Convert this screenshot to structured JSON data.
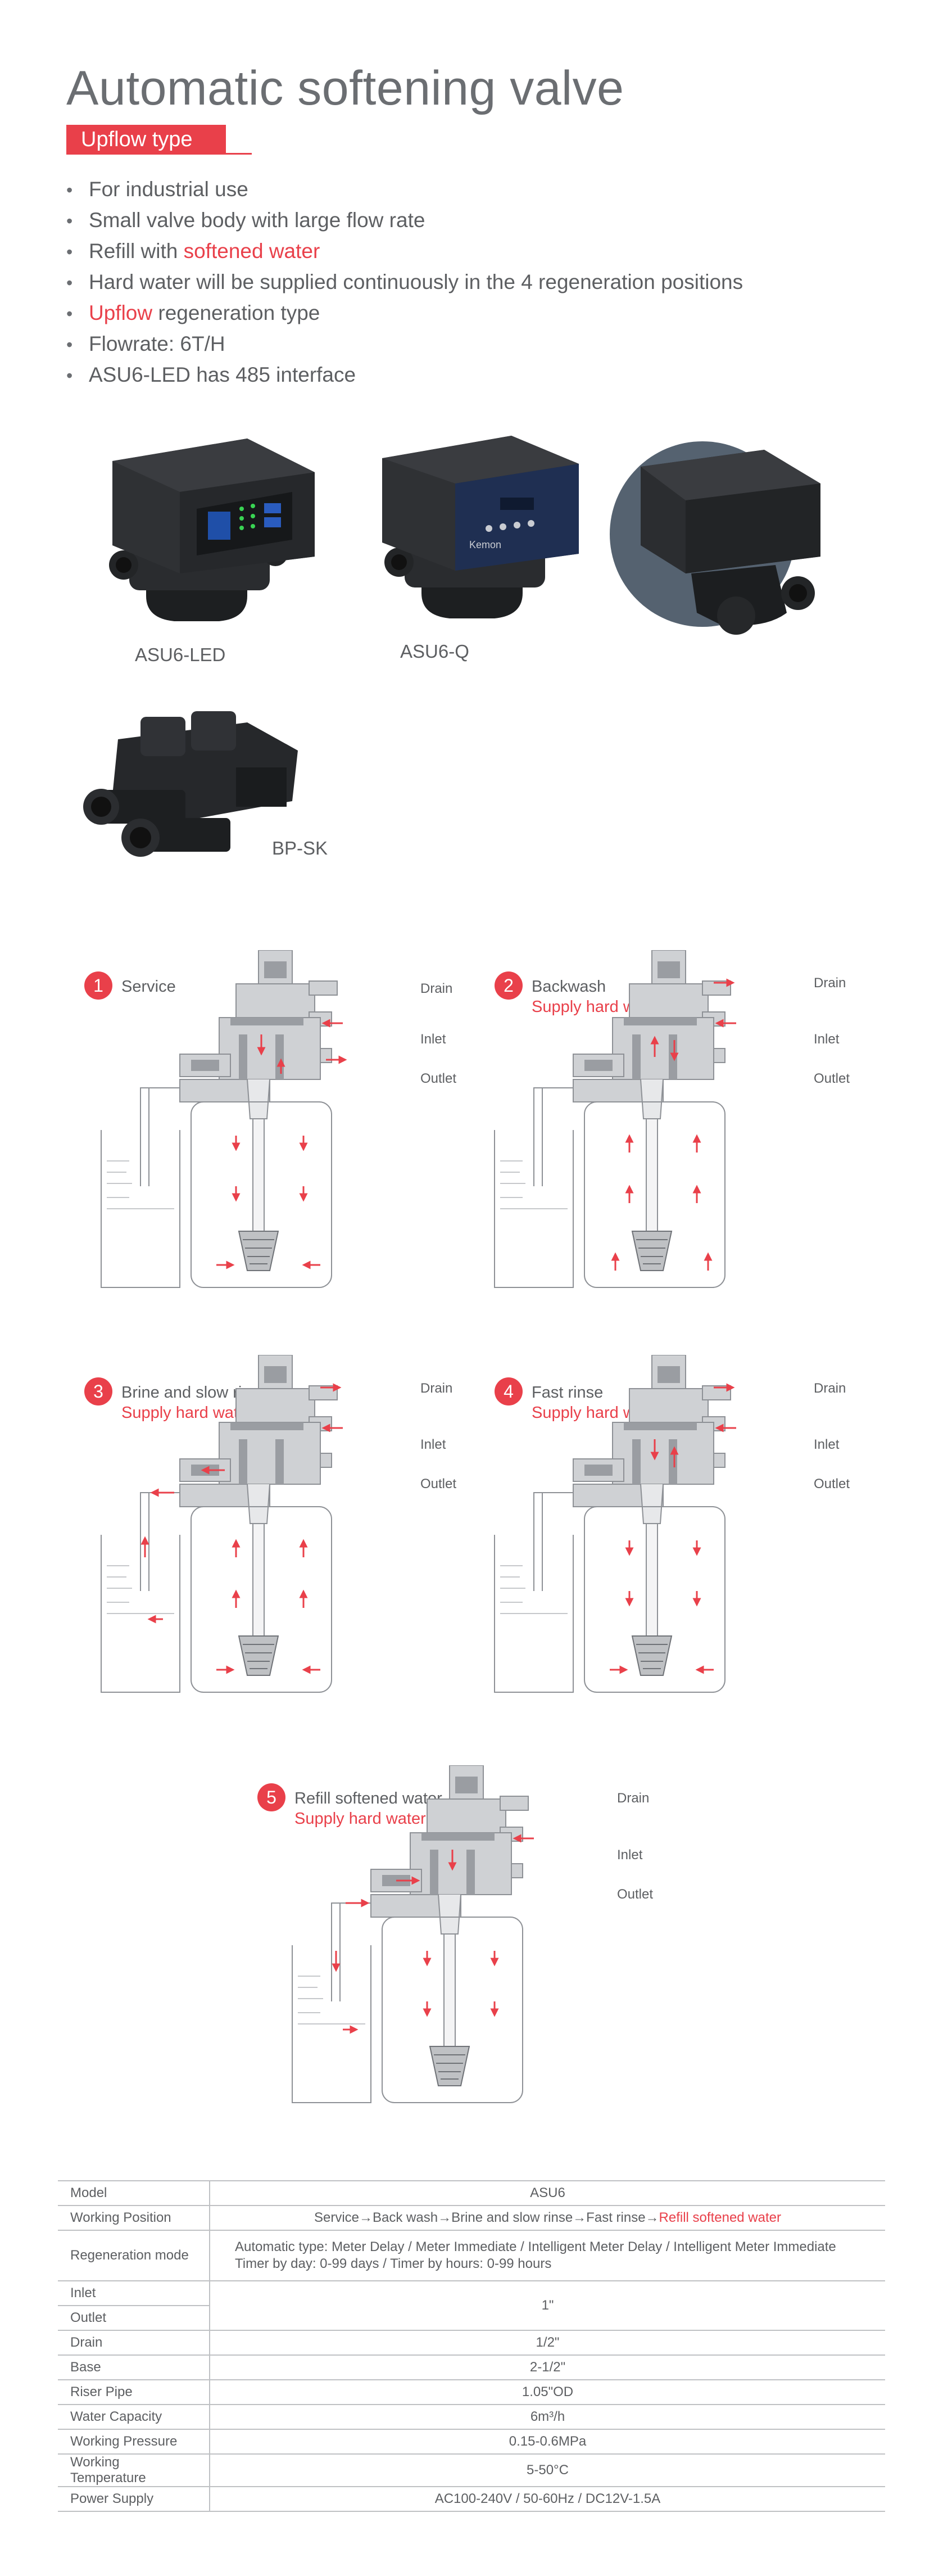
{
  "header": {
    "title": "Automatic softening valve",
    "badge": "Upflow type"
  },
  "features": [
    {
      "pre": "For industrial use",
      "hl": "",
      "post": ""
    },
    {
      "pre": "Small valve body with large flow rate",
      "hl": "",
      "post": ""
    },
    {
      "pre": "Refill with ",
      "hl": "softened water",
      "post": ""
    },
    {
      "pre": "Hard water will be supplied continuously in the 4 regeneration positions",
      "hl": "",
      "post": ""
    },
    {
      "pre": "",
      "hl": "Upflow",
      "post": " regeneration type"
    },
    {
      "pre": "Flowrate: 6T/H",
      "hl": "",
      "post": ""
    },
    {
      "pre": "ASU6-LED has 485 interface",
      "hl": "",
      "post": ""
    }
  ],
  "products": {
    "p1_label": "ASU6-LED",
    "p2_label": "ASU6-Q",
    "p2_brand": "Kemon",
    "p4_label": "BP-SK"
  },
  "stages": [
    {
      "num": "1",
      "title": "Service",
      "sub": "",
      "drain": "Drain",
      "inlet": "Inlet",
      "outlet": "Outlet"
    },
    {
      "num": "2",
      "title": "Backwash",
      "sub": "Supply hard water",
      "drain": "Drain",
      "inlet": "Inlet",
      "outlet": "Outlet"
    },
    {
      "num": "3",
      "title": "Brine and slow rinse",
      "sub": "Supply hard water",
      "drain": "Drain",
      "inlet": "Inlet",
      "outlet": "Outlet"
    },
    {
      "num": "4",
      "title": "Fast rinse",
      "sub": "Supply hard water",
      "drain": "Drain",
      "inlet": "Inlet",
      "outlet": "Outlet"
    },
    {
      "num": "5",
      "title": "Refill softened water",
      "sub": "Supply hard water",
      "drain": "Drain",
      "inlet": "Inlet",
      "outlet": "Outlet"
    }
  ],
  "spec": {
    "model": {
      "k": "Model",
      "v": "ASU6"
    },
    "working_position": {
      "k": "Working Position",
      "v": "Service→Back wash→Brine and slow rinse→Fast rinse→",
      "v_hl": "Refill softened water"
    },
    "regeneration_mode": {
      "k": "Regeneration mode",
      "v1": "Automatic type: Meter Delay / Meter Immediate / Intelligent Meter Delay / Intelligent Meter Immediate",
      "v2": "Timer by day: 0-99 days / Timer by hours: 0-99 hours"
    },
    "inlet": {
      "k": "Inlet"
    },
    "outlet": {
      "k": "Outlet",
      "v": "1\""
    },
    "drain": {
      "k": "Drain",
      "v": "1/2\""
    },
    "base": {
      "k": "Base",
      "v": "2-1/2\""
    },
    "riser_pipe": {
      "k": "Riser Pipe",
      "v": "1.05\"OD"
    },
    "water_capacity": {
      "k": "Water Capacity",
      "v": "6m³/h"
    },
    "working_pressure": {
      "k": "Working Pressure",
      "v": "0.15-0.6MPa"
    },
    "working_temperature": {
      "k": "Working Temperature",
      "v": "5-50°C"
    },
    "power_supply": {
      "k": "Power Supply",
      "v": "AC100-240V / 50-60Hz / DC12V-1.5A"
    }
  }
}
